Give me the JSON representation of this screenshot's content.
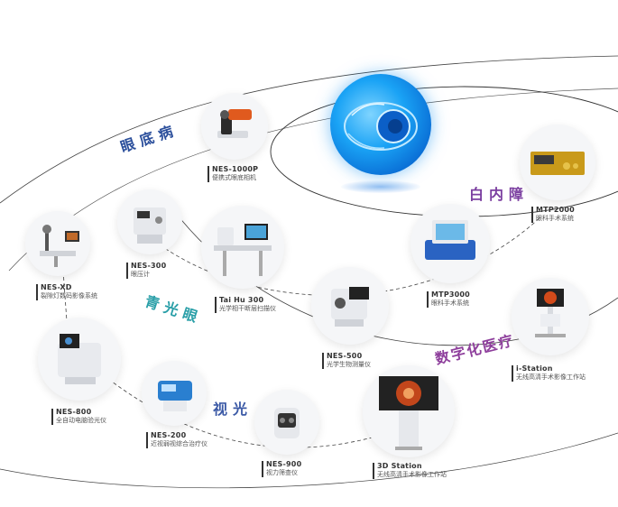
{
  "categories": {
    "retina": "眼底病",
    "cataract": "白内障",
    "glaucoma": "青光眼",
    "vision": "视光",
    "digital": "数字化医疗"
  },
  "colors": {
    "retina": "#2a4e9b",
    "cataract": "#7b3fa0",
    "glaucoma": "#2a9fa8",
    "vision": "#3c5aa6",
    "digital": "#8e3f9c"
  },
  "products": [
    {
      "code": "NES-1000P",
      "name": "便携式眼底相机"
    },
    {
      "code": "MTP2000",
      "name": "眼科手术系统"
    },
    {
      "code": "NES-XD",
      "name": "裂隙灯数码影像系统"
    },
    {
      "code": "NES-300",
      "name": "眼压计"
    },
    {
      "code": "Tai Hu 300",
      "name": "光学相干断层扫描仪"
    },
    {
      "code": "MTP3000",
      "name": "眼科手术系统"
    },
    {
      "code": "i-Station",
      "name": "无线高清手术影像工作站"
    },
    {
      "code": "NES-500",
      "name": "光学生物测量仪"
    },
    {
      "code": "NES-800",
      "name": "全自动电脑验光仪"
    },
    {
      "code": "NES-200",
      "name": "近视弱视综合治疗仪"
    },
    {
      "code": "NES-900",
      "name": "视力筛查仪"
    },
    {
      "code": "3D Station",
      "name": "无线高清手术影像工作站"
    }
  ],
  "icons": [
    "eye-model-icon",
    "fundus-camera-icon",
    "surgical-system-icon",
    "slit-lamp-icon",
    "tonometer-icon",
    "oct-scanner-icon",
    "surgical-console-icon",
    "imaging-cart-icon",
    "biometer-icon",
    "autorefractor-icon",
    "therapy-device-icon",
    "vision-screener-icon",
    "3d-display-workstation-icon"
  ]
}
